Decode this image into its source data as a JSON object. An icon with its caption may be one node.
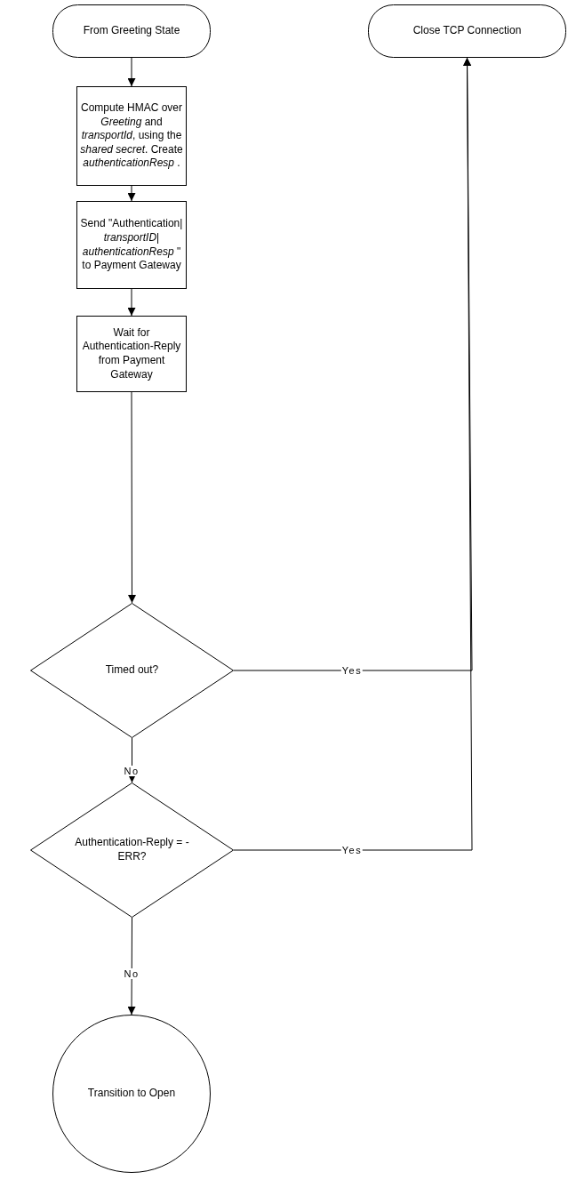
{
  "diagram": {
    "nodes": [
      {
        "text": [
          "From Greeting State"
        ]
      },
      {
        "text": [
          "Close TCP Connection"
        ]
      },
      {
        "text": [
          "Compute HMAC over *Greeting* and *transportId*, using the *shared secret*. Create *authenticationResp* ."
        ]
      },
      {
        "text": [
          "Send \"Authentication| *transportID*| *authenticationResp* \" to Payment Gateway"
        ]
      },
      {
        "text": [
          "Wait for Authentication-Reply from Payment Gateway"
        ]
      },
      {
        "text": [
          "Timed out?"
        ]
      },
      {
        "text": [
          "Authentication-Reply = -ERR?"
        ]
      },
      {
        "text": [
          "Transition to Open"
        ]
      }
    ],
    "edges": [
      {
        "from": 0,
        "to": 2,
        "arrow": "to"
      },
      {
        "from": 2,
        "to": 3,
        "arrow": "to"
      },
      {
        "from": 3,
        "to": 4,
        "arrow": "to"
      },
      {
        "from": 4,
        "to": 5,
        "arrow": "to"
      },
      {
        "from": 5,
        "to": 1,
        "arrow": "to",
        "label": "Yes"
      },
      {
        "from": 5,
        "to": 6,
        "arrow": "to",
        "label": "No"
      },
      {
        "from": 6,
        "to": 1,
        "arrow": "to",
        "label": "Yes"
      },
      {
        "from": 6,
        "to": 7,
        "arrow": "to",
        "label": "No"
      }
    ]
  }
}
